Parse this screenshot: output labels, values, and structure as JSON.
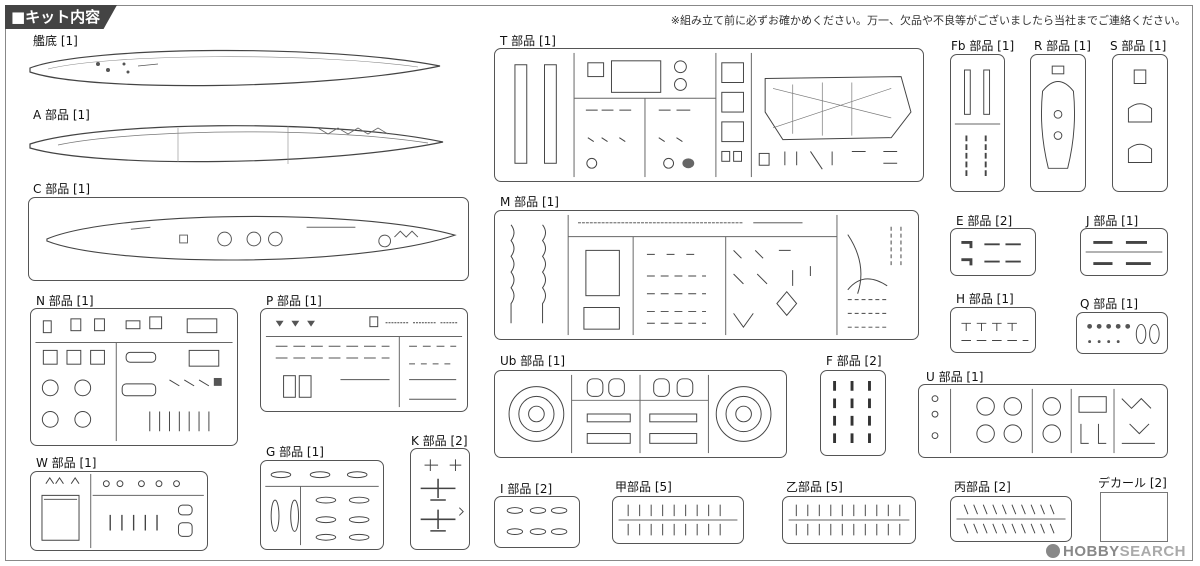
{
  "header": {
    "title": "■キット内容"
  },
  "notice": "※組み立て前に必ずお確かめください。万一、欠品や不良等がございましたら当社までご連絡ください。",
  "parts": {
    "kanei": "艦底 [1]",
    "a": "A 部品 [1]",
    "c": "C 部品 [1]",
    "n": "N 部品 [1]",
    "p": "P 部品 [1]",
    "w": "W 部品 [1]",
    "g": "G 部品 [1]",
    "k": "K 部品 [2]",
    "t": "T 部品 [1]",
    "m": "M 部品 [1]",
    "ub": "Ub 部品 [1]",
    "f": "F 部品 [2]",
    "i": "I 部品 [2]",
    "kou": "甲部品 [5]",
    "otsu": "乙部品 [5]",
    "hei": "丙部品 [2]",
    "fb": "Fb 部品 [1]",
    "r": "R 部品 [1]",
    "s": "S 部品 [1]",
    "e": "E 部品 [2]",
    "j": "J 部品 [1]",
    "h": "H 部品 [1]",
    "q": "Q 部品 [1]",
    "u": "U 部品 [1]",
    "decal": "デカール [2]"
  },
  "watermark": {
    "brand": "HOBBY",
    "suffix": "SEARCH"
  }
}
